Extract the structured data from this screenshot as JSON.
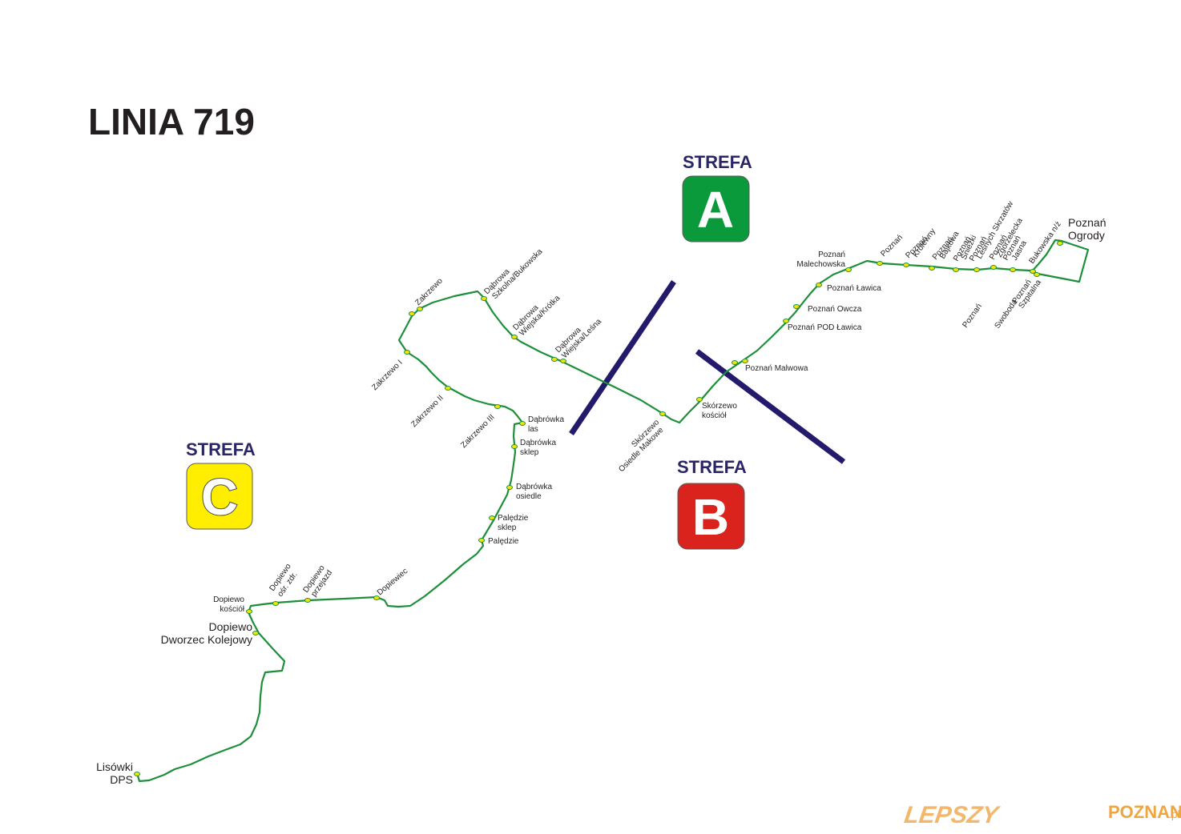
{
  "title": "LINIA 719",
  "zones": {
    "a": {
      "label": "STREFA",
      "letter": "A",
      "color": "#0a9a3c"
    },
    "b": {
      "label": "STREFA",
      "letter": "B",
      "color": "#d9231c"
    },
    "c": {
      "label": "STREFA",
      "letter": "C",
      "color": "#ffee00"
    }
  },
  "route_color": "#1d8f3a",
  "divider_color": "#231a6b",
  "stops": {
    "lisowki_1": "Lisówki",
    "lisowki_2": "DPS",
    "dopiewo_dworzec_1": "Dopiewo",
    "dopiewo_dworzec_2": "Dworzec Kolejowy",
    "dopiewo_kosciol_1": "Dopiewo",
    "dopiewo_kosciol_2": "kościół",
    "dopiewo_osr_1": "Dopiewo",
    "dopiewo_osr_2": "ośr. zdr.",
    "dopiewo_przejazd_1": "Dopiewo",
    "dopiewo_przejazd_2": "przejazd",
    "dopiewiec": "Dopiewiec",
    "paledzie": "Palędzie",
    "paledzie_sklep_1": "Palędzie",
    "paledzie_sklep_2": "sklep",
    "dabrowka_osiedle_1": "Dąbrówka",
    "dabrowka_osiedle_2": "osiedle",
    "dabrowka_sklep_1": "Dąbrówka",
    "dabrowka_sklep_2": "sklep",
    "dabrowka_las_1": "Dąbrówka",
    "dabrowka_las_2": "las",
    "zakrzewo_iii": "Zakrzewo III",
    "zakrzewo_ii": "Zakrzewo II",
    "zakrzewo_i": "Zakrzewo I",
    "zakrzewo": "Zakrzewo",
    "dabrowa_szkolna_1": "Dąbrowa",
    "dabrowa_szkolna_2": "Szkolna/Bukowska",
    "dabrowa_wiejska_1": "Dąbrowa",
    "dabrowa_wiejska_2": "Wiejska/Krótka",
    "dabrowa_lesna_1": "Dąbrowa",
    "dabrowa_lesna_2": "Wiejska/Leśna",
    "skorzewo_osiedle_1": "Skórzewo",
    "skorzewo_osiedle_2": "Osiedle Makowe",
    "skorzewo_kosciol_1": "Skórzewo",
    "skorzewo_kosciol_2": "kościół",
    "malwowa": "Poznań Malwowa",
    "pod_lawica": "Poznań POD Ławica",
    "owcza": "Poznań Owcza",
    "lawica": "Poznań Ławica",
    "malechowska_1": "Poznań",
    "malechowska_2": "Malechowska",
    "poznan_a": "Poznań",
    "poznan_krolewny_1": "Poznań",
    "poznan_krolewny_2": "Królewny",
    "poznan_bajkowa_1": "Poznań",
    "poznan_bajkowa_2": "Bajkowa",
    "poznan_sniezki_1": "Poznań",
    "poznan_sniezki_2": "Śnieżki",
    "poznan_skrzatow_1": "Poznań",
    "poznan_skrzatow_2": "Leśnych Skrzatów",
    "poznan_zgorzelecka_1": "Poznań",
    "poznan_zgorzelecka_2": "Zgorzelecka",
    "poznan_jasna_1": "Poznań",
    "poznan_jasna_2": "Jasna",
    "bukowska": "Bukowska n/ż",
    "swoboda": "Poznań",
    "swoboda_2": "Swoboda",
    "szpitalna_1": "Poznań",
    "szpitalna_2": "Szpitalna",
    "ogrody_1": "Poznań",
    "ogrody_2": "Ogrody"
  },
  "watermark": {
    "part1": "LEPSZY",
    "part2": "POZNAN",
    "part3": ".pl"
  }
}
